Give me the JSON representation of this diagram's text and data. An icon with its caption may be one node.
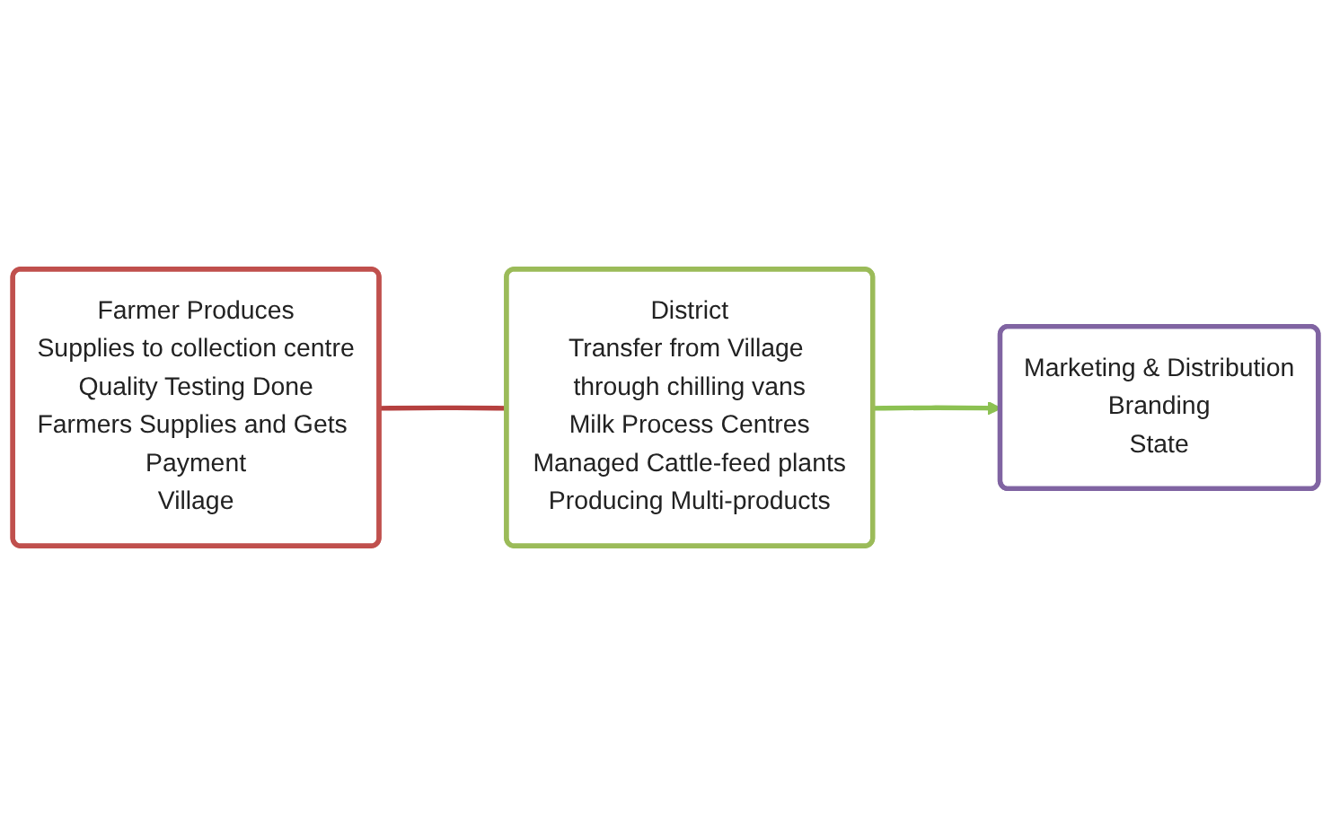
{
  "diagram": {
    "nodes": [
      {
        "text": [
          "Farmer Produces",
          "Supplies to collection centre",
          "Quality Testing Done",
          "Farmers Supplies and Gets Payment",
          "Village"
        ]
      },
      {
        "text": [
          "District",
          "Transfer from Village through chilling vans",
          "Milk Process Centres",
          "Managed Cattle-feed plants",
          "Producing Multi-products"
        ]
      },
      {
        "text": [
          "Marketing & Distribution",
          "Branding",
          "State"
        ]
      }
    ],
    "edges": [
      {
        "from": 0,
        "to": 1,
        "arrow": "none",
        "color": "#b5403f"
      },
      {
        "from": 1,
        "to": 2,
        "arrow": "to",
        "color": "#8cc152"
      }
    ]
  }
}
